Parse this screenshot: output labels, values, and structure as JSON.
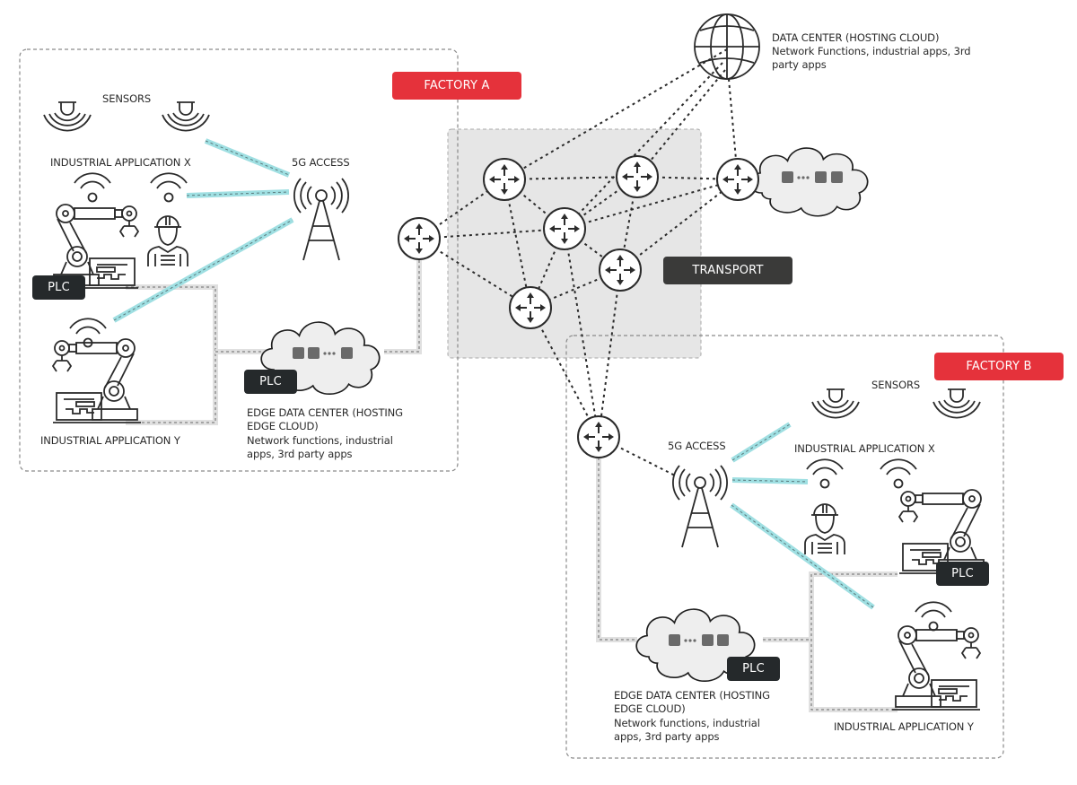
{
  "colors": {
    "factory_badge": "#e5323b",
    "transport_badge": "#3a3a39",
    "plc_badge": "#25292b",
    "wireless_link": "#9fdfe2",
    "wired_link": "#e0e0e0",
    "transport_area": "#e6e6e6",
    "icon_stroke": "#2b2b2b"
  },
  "data_center": {
    "title": "DATA CENTER (HOSTING CLOUD)",
    "description_line1": "Network Functions, industrial apps, 3rd",
    "description_line2": "party apps",
    "icon": "globe-icon"
  },
  "transport": {
    "label": "TRANSPORT",
    "router_icon": "router-icon",
    "router_count": 8
  },
  "factory_a": {
    "label": "FACTORY A",
    "sensors_label": "SENSORS",
    "app_x_label": "INDUSTRIAL APPLICATION X",
    "app_y_label": "INDUSTRIAL APPLICATION Y",
    "access_label": "5G ACCESS",
    "plc_labels": [
      "PLC",
      "PLC"
    ],
    "edge": {
      "title_line1": "EDGE DATA CENTER (HOSTING",
      "title_line2": "EDGE CLOUD)",
      "desc_line1": "Network functions, industrial",
      "desc_line2": "apps, 3rd party apps"
    }
  },
  "factory_b": {
    "label": "FACTORY B",
    "sensors_label": "SENSORS",
    "app_x_label": "INDUSTRIAL APPLICATION X",
    "app_y_label": "INDUSTRIAL APPLICATION Y",
    "access_label": "5G ACCESS",
    "plc_labels": [
      "PLC",
      "PLC"
    ],
    "edge": {
      "title_line1": "EDGE DATA CENTER (HOSTING",
      "title_line2": "EDGE CLOUD)",
      "desc_line1": "Network functions, industrial",
      "desc_line2": "apps, 3rd party apps"
    }
  }
}
